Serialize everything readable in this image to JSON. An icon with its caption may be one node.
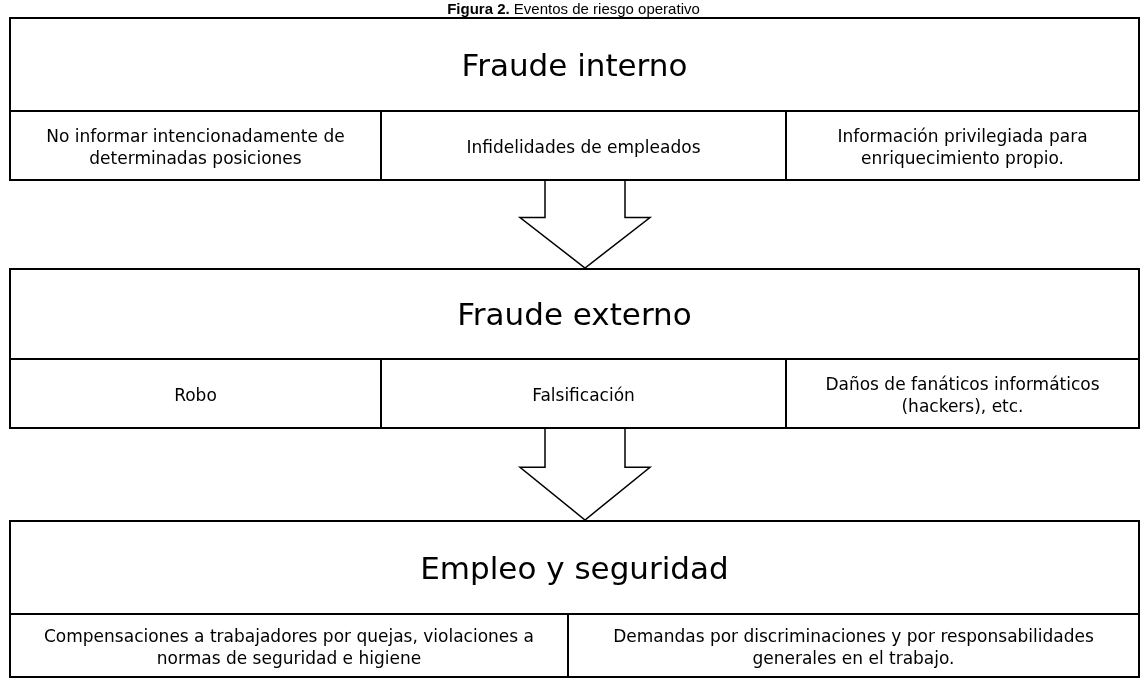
{
  "diagram": {
    "title": "**Figura 2.** Eventos de riesgo operativo",
    "nodes": [
      {
        "text": [
          "Fraude interno"
        ]
      },
      {
        "text": [
          "No informar intencionadamente de determinadas posiciones"
        ],
        "in": 0
      },
      {
        "text": [
          "Infidelidades de empleados"
        ],
        "in": 0
      },
      {
        "text": [
          "Información privilegiada para enriquecimiento propio."
        ],
        "in": 0
      },
      {
        "text": [
          "Fraude externo"
        ]
      },
      {
        "text": [
          "Robo"
        ],
        "in": 4
      },
      {
        "text": [
          "Falsificación"
        ],
        "in": 4
      },
      {
        "text": [
          "Daños de fanáticos informáticos (hackers), etc."
        ],
        "in": 4
      },
      {
        "text": [
          "Empleo y seguridad"
        ]
      },
      {
        "text": [
          "Compensaciones a trabajadores por quejas, violaciones a normas de seguridad e higiene"
        ],
        "in": 8
      },
      {
        "text": [
          "Demandas por discriminaciones y por responsabilidades generales en el trabajo."
        ],
        "in": 8
      }
    ],
    "edges": [
      {
        "from": 0,
        "to": 4,
        "arrow": "to"
      },
      {
        "from": 4,
        "to": 8,
        "arrow": "to"
      }
    ]
  }
}
